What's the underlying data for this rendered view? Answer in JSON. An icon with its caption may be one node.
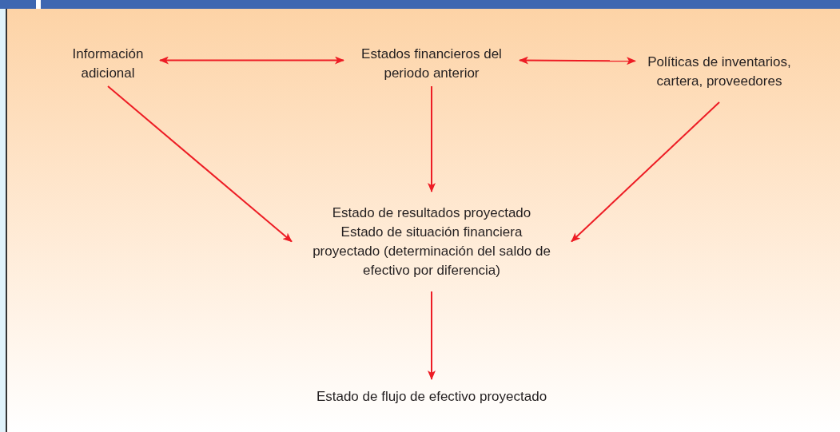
{
  "diagram": {
    "nodes": [
      {
        "text": [
          "Información adicional"
        ]
      },
      {
        "text": [
          "Estados financieros del periodo anterior"
        ]
      },
      {
        "text": [
          "Políticas de inventarios, cartera, proveedores"
        ]
      },
      {
        "text": [
          "Estado de resultados proyectado",
          "Estado de situación financiera proyectado (determinación del saldo de efectivo por diferencia)"
        ]
      },
      {
        "text": [
          "Estado de flujo de efectivo proyectado"
        ]
      }
    ],
    "edges": [
      {
        "from": 0,
        "to": 1,
        "arrow": "both"
      },
      {
        "from": 1,
        "to": 2,
        "arrow": "both"
      },
      {
        "from": 0,
        "to": 3,
        "arrow": "to"
      },
      {
        "from": 1,
        "to": 3,
        "arrow": "to"
      },
      {
        "from": 2,
        "to": 3,
        "arrow": "to"
      },
      {
        "from": 3,
        "to": 4,
        "arrow": "to"
      }
    ]
  }
}
